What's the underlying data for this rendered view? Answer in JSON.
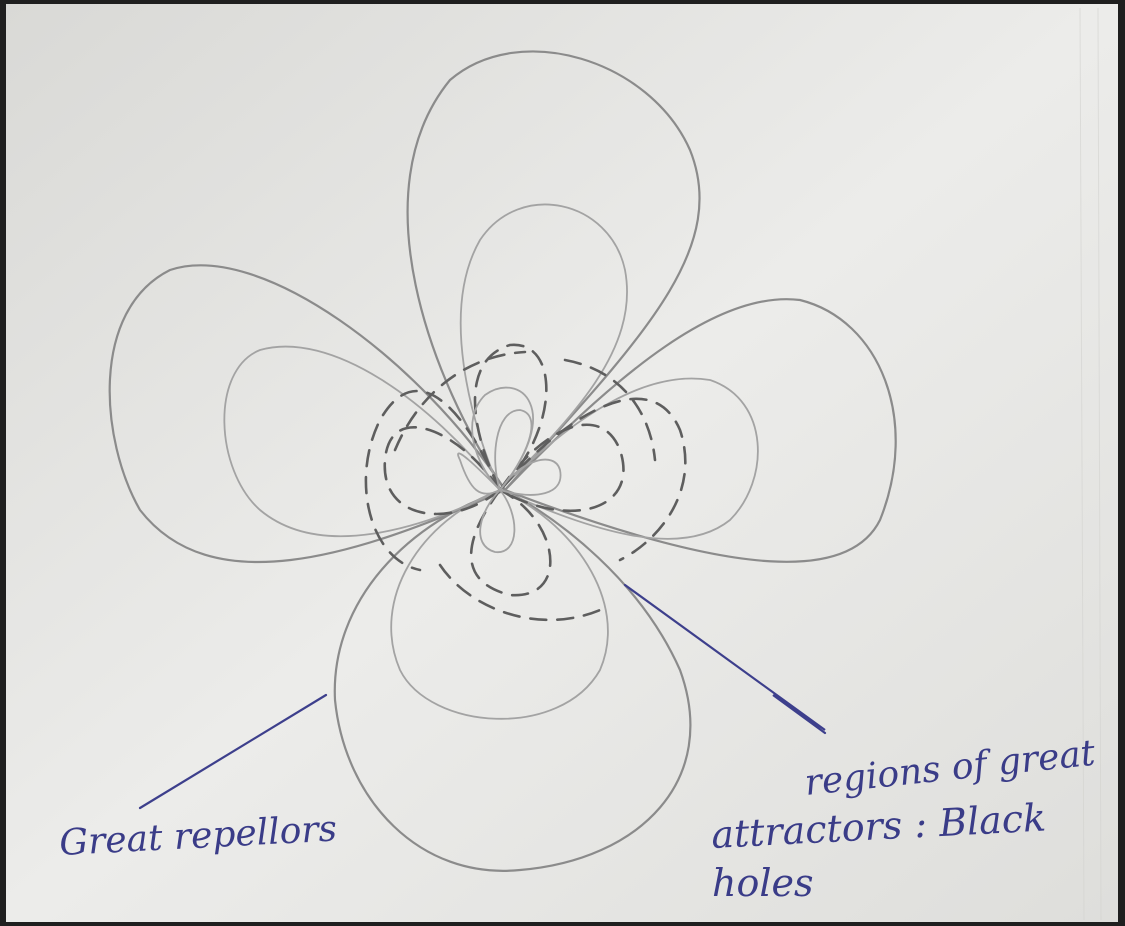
{
  "annotations": {
    "repellors_label": "Great repellors",
    "attractors_line1": "regions of great",
    "attractors_line2": "attractors : Black",
    "attractors_line3": "holes"
  },
  "colors": {
    "paper": "#e6e6e3",
    "pencil": "#8b8b8b",
    "ink": "#3a3c88"
  }
}
